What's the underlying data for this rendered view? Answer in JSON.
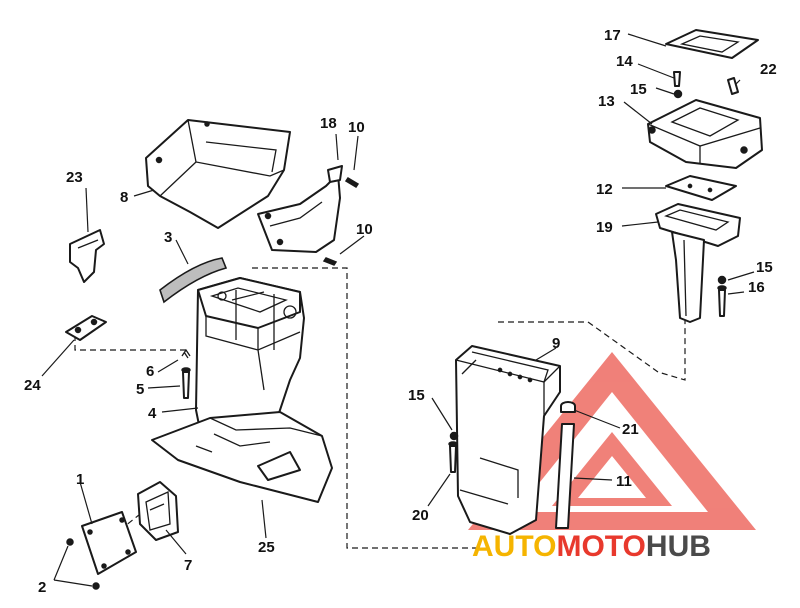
{
  "callouts": {
    "c1": "1",
    "c2": "2",
    "c3": "3",
    "c4": "4",
    "c5": "5",
    "c6": "6",
    "c7": "7",
    "c8": "8",
    "c9": "9",
    "c10a": "10",
    "c10b": "10",
    "c11": "11",
    "c12": "12",
    "c13": "13",
    "c14": "14",
    "c15a": "15",
    "c15b": "15",
    "c15c": "15",
    "c16": "16",
    "c17": "17",
    "c18": "18",
    "c19": "19",
    "c20": "20",
    "c21": "21",
    "c22": "22",
    "c23": "23",
    "c24": "24",
    "c25": "25"
  },
  "watermark": {
    "part1": "AUTO",
    "part2": "MOTO",
    "part3": "HUB",
    "color_auto": "#f5b400",
    "color_moto": "#e8392d",
    "color_hub": "#4a4a4a",
    "triangle_color": "#e8392d"
  }
}
